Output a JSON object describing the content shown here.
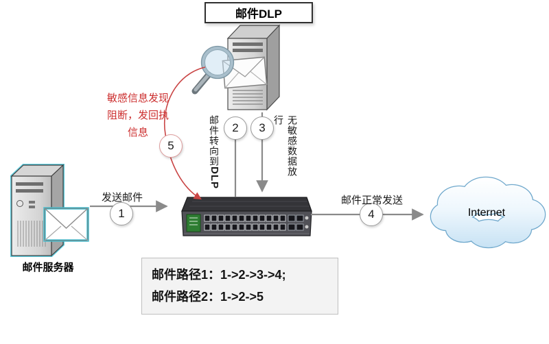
{
  "diagram": {
    "title": "邮件DLP",
    "mail_server": {
      "label": "邮件服务器"
    },
    "internet": {
      "label": "Internet"
    },
    "steps": [
      {
        "num": "1",
        "label": "发送邮件"
      },
      {
        "num": "2",
        "label": "邮件转向到",
        "label_suffix": "DLP"
      },
      {
        "num": "3",
        "label": "无敏感数据放行"
      },
      {
        "num": "4",
        "label": "邮件正常发送"
      },
      {
        "num": "5",
        "label_lines": [
          "敏感信息发现",
          "阻断，发回执",
          "信息"
        ]
      }
    ],
    "legend": {
      "line1": "邮件路径1：1->2->3->4;",
      "line2": "邮件路径2：1->2->5"
    },
    "colors": {
      "arrow": "#8a8a8a",
      "alert": "#cc3333",
      "cloud_stroke": "#6fa8cc",
      "highlight": "#4ec9da"
    }
  }
}
